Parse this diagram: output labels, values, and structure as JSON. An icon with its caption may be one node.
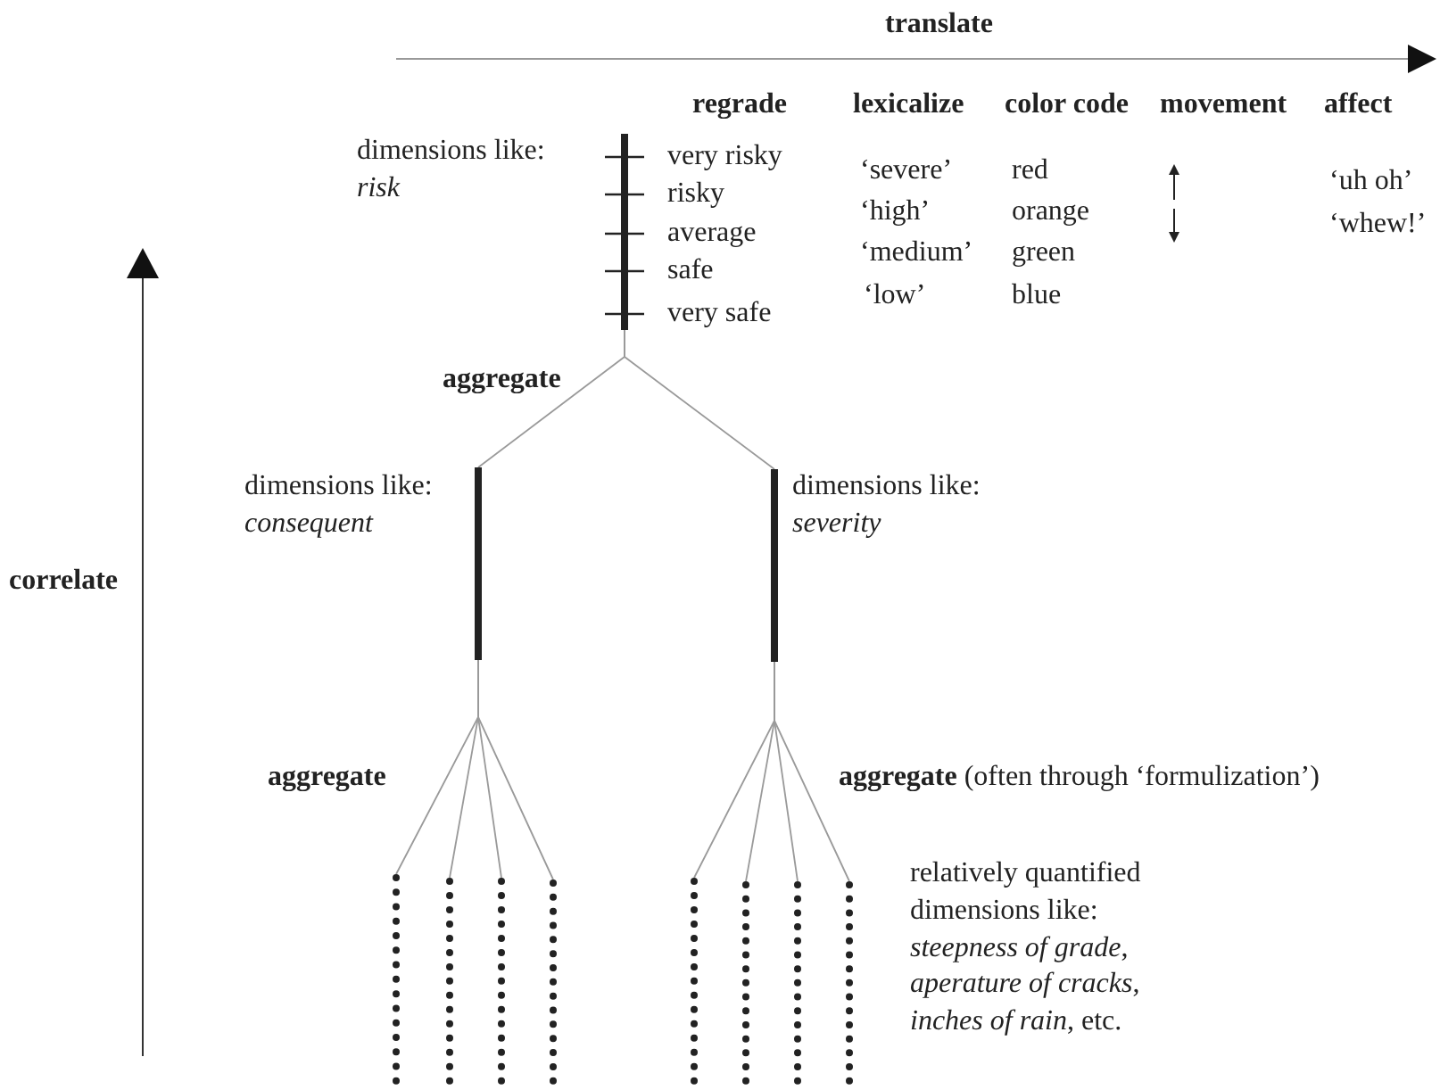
{
  "diagram": {
    "nodes": [
      {
        "text": [],
        "shape": "bar",
        "beside": [
          "dimensions like: *risk*",
          "very risky",
          "risky",
          "average",
          "safe",
          "very safe"
        ]
      },
      {
        "text": [],
        "shape": "bar",
        "beside": [
          "dimensions like: *consequent*"
        ]
      },
      {
        "text": [],
        "shape": "bar",
        "beside": [
          "dimensions like: *severity*"
        ]
      },
      {
        "text": [],
        "shape": "bar"
      },
      {
        "text": [],
        "shape": "bar"
      },
      {
        "text": [],
        "shape": "bar"
      },
      {
        "text": [],
        "shape": "bar"
      },
      {
        "text": [],
        "shape": "bar"
      },
      {
        "text": [],
        "shape": "bar"
      },
      {
        "text": [],
        "shape": "bar"
      },
      {
        "text": [],
        "shape": "bar"
      }
    ],
    "edges": [
      {
        "from": 1,
        "to": 0,
        "arrow": "none"
      },
      {
        "from": 2,
        "to": 0,
        "arrow": "none"
      },
      {
        "from": 3,
        "to": 1,
        "arrow": "none"
      },
      {
        "from": 4,
        "to": 1,
        "arrow": "none"
      },
      {
        "from": 5,
        "to": 1,
        "arrow": "none"
      },
      {
        "from": 6,
        "to": 1,
        "arrow": "none"
      },
      {
        "from": 7,
        "to": 2,
        "arrow": "none"
      },
      {
        "from": 8,
        "to": 2,
        "arrow": "none"
      },
      {
        "from": 9,
        "to": 2,
        "arrow": "none"
      },
      {
        "from": 10,
        "to": 2,
        "arrow": "none"
      }
    ],
    "labels": [
      "translate",
      "regrade",
      "lexicalize",
      "color code",
      "movement",
      "affect",
      "‘severe’",
      "red",
      "‘uh oh’",
      "‘high’",
      "orange",
      "‘whew!’",
      "‘medium’",
      "green",
      "‘low’",
      "blue",
      "aggregate",
      "correlate",
      "aggregate",
      "**aggregate** (often through ‘formulization’)",
      "relatively quantified dimensions like: *steepness of grade*, *aperature of cracks*, *inches of rain*, etc."
    ]
  }
}
